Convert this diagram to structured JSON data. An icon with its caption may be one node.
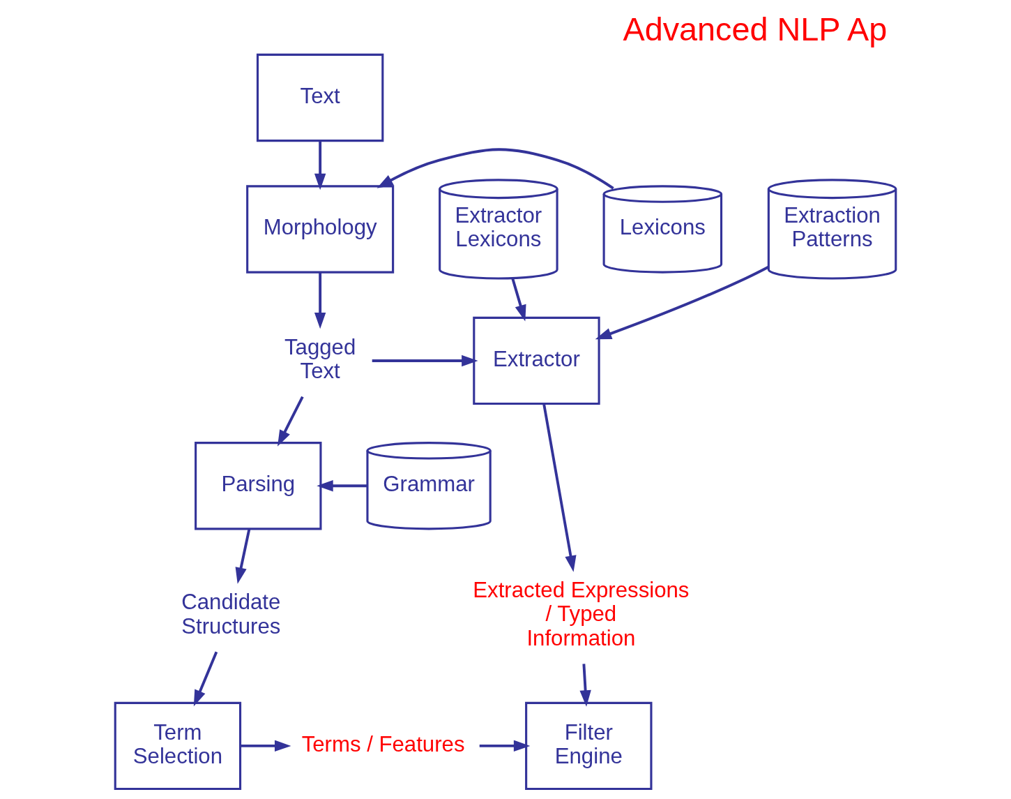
{
  "diagram": {
    "title": "Advanced NLP Ap",
    "nodes": [
      {
        "text": [
          "Text"
        ]
      },
      {
        "text": [
          "Lexicons"
        ]
      },
      {
        "text": [
          "Morphology"
        ]
      },
      {
        "text": [
          "Tagged Text"
        ]
      },
      {
        "text": [
          "Extractor"
        ]
      },
      {
        "text": [
          "Extractor Lexicons"
        ]
      },
      {
        "text": [
          "Grammar"
        ]
      },
      {
        "text": [
          "Parsing"
        ]
      },
      {
        "text": [
          "Extraction Patterns"
        ]
      },
      {
        "text": [
          "Extracted Expressions / Typed Information"
        ]
      },
      {
        "text": [
          "Candidate Structures"
        ]
      },
      {
        "text": [
          "Term Selection"
        ]
      },
      {
        "text": [
          "Terms / Features"
        ]
      },
      {
        "text": [
          "Filter Engine"
        ]
      }
    ],
    "edges": [
      {
        "from": 0,
        "to": 2,
        "arrow": "to"
      },
      {
        "from": 1,
        "to": 2,
        "arrow": "to"
      },
      {
        "from": 2,
        "to": 3,
        "arrow": "to"
      },
      {
        "from": 3,
        "to": 4,
        "arrow": "to"
      },
      {
        "from": 5,
        "to": 4,
        "arrow": "to"
      },
      {
        "from": 3,
        "to": 7,
        "arrow": "to"
      },
      {
        "from": 6,
        "to": 7,
        "arrow": "to"
      },
      {
        "from": 4,
        "to": 9,
        "arrow": "to"
      },
      {
        "from": 8,
        "to": 4,
        "arrow": "to"
      },
      {
        "from": 7,
        "to": 10,
        "arrow": "to"
      },
      {
        "from": 9,
        "to": 13,
        "arrow": "to"
      },
      {
        "from": 10,
        "to": 11,
        "arrow": "to"
      },
      {
        "from": 11,
        "to": 12,
        "arrow": "to"
      },
      {
        "from": 12,
        "to": 13,
        "arrow": "to"
      }
    ]
  }
}
